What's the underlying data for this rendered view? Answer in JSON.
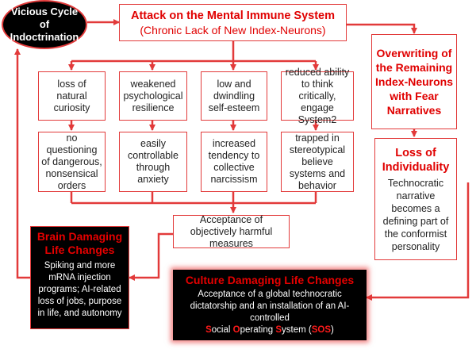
{
  "vicious": {
    "title": "Vicious Cycle of Indoctrination"
  },
  "attack": {
    "title": "Attack on the Mental Immune System",
    "subtitle": "(Chronic Lack of New Index-Neurons)"
  },
  "overwrite": {
    "text": "Overwriting of the Remaining Index-Neurons with Fear Narratives"
  },
  "row1": [
    {
      "text": "loss of natural curiosity"
    },
    {
      "text": "weakened psychological resilience"
    },
    {
      "text": "low and dwindling self-esteem"
    },
    {
      "text": "reduced ability to think critically, engage System2"
    }
  ],
  "row2": [
    {
      "text": "no questioning of dangerous, nonsensical orders"
    },
    {
      "text": "easily controllable through anxiety"
    },
    {
      "text": "increased tendency to collective narcissism"
    },
    {
      "text": "trapped in stereotypical believe systems and behavior"
    }
  ],
  "individuality": {
    "title": "Loss of Individuality",
    "text": "Technocratic narrative becomes a defining part of the conformist personality"
  },
  "acceptance": {
    "text": "Acceptance of objectively harmful measures"
  },
  "brain": {
    "title": "Brain Damaging Life Changes",
    "text": "Spiking and more mRNA injection programs; AI-related loss of jobs, purpose in life, and autonomy"
  },
  "culture": {
    "title": "Culture Damaging Life Changes",
    "text": "Acceptance of a global technocratic dictatorship and an installation of an AI-controlled",
    "sos": {
      "s1": "S",
      "r1": "ocial ",
      "o": "O",
      "r2": "perating ",
      "s2": "S",
      "r3": "ystem (",
      "abbr": "SOS",
      "r4": ")"
    }
  },
  "colors": {
    "accent": "#e23a3a",
    "box_fill": "#000000",
    "text_red": "#e00000"
  }
}
